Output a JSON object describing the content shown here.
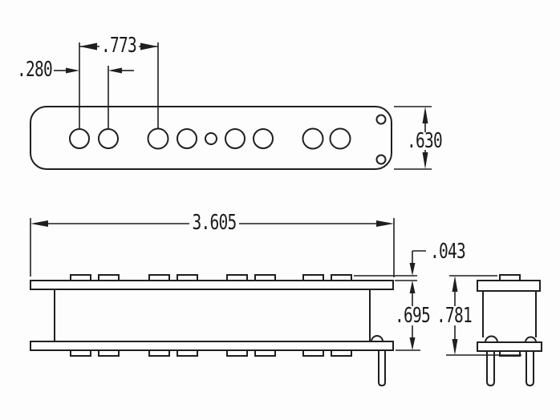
{
  "colors": {
    "background": "#fdfdfd",
    "line": "#1f1f1f",
    "text": "#1a1a1a"
  },
  "dimensions": {
    "pole_spacing": ".773",
    "first_pole_offset": ".280",
    "body_width": ".630",
    "body_length": "3.605",
    "magnet_protrusion": ".043",
    "flatwork_height": ".695",
    "overall_height": ".781"
  }
}
